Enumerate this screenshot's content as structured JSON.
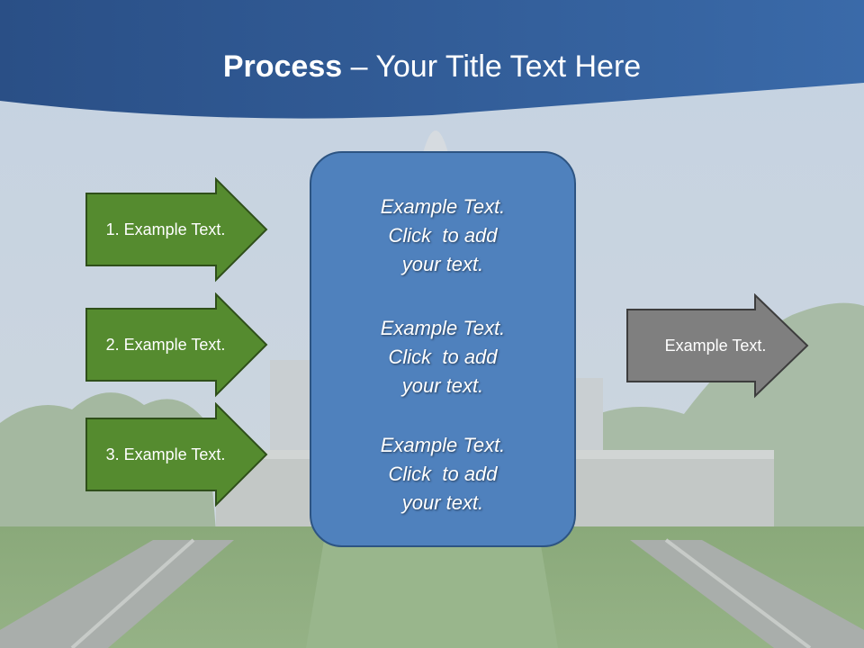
{
  "title": {
    "bold": "Process",
    "rest": " – Your Title Text Here"
  },
  "left_arrows": [
    {
      "label": "1. Example Text."
    },
    {
      "label": "2. Example Text."
    },
    {
      "label": "3. Example Text."
    }
  ],
  "center_panel": {
    "blocks": [
      {
        "lines": [
          "Example Text.",
          "Click  to add",
          "your text."
        ]
      },
      {
        "lines": [
          "Example Text.",
          "Click  to add",
          "your text."
        ]
      },
      {
        "lines": [
          "Example Text.",
          "Click  to add",
          "your text."
        ]
      }
    ]
  },
  "right_arrow": {
    "label": "Example Text."
  },
  "colors": {
    "header_blue": "#2e5490",
    "green_arrow": "#558b2f",
    "gray_arrow": "#7f7f7f",
    "panel_blue": "#4f81bd"
  }
}
